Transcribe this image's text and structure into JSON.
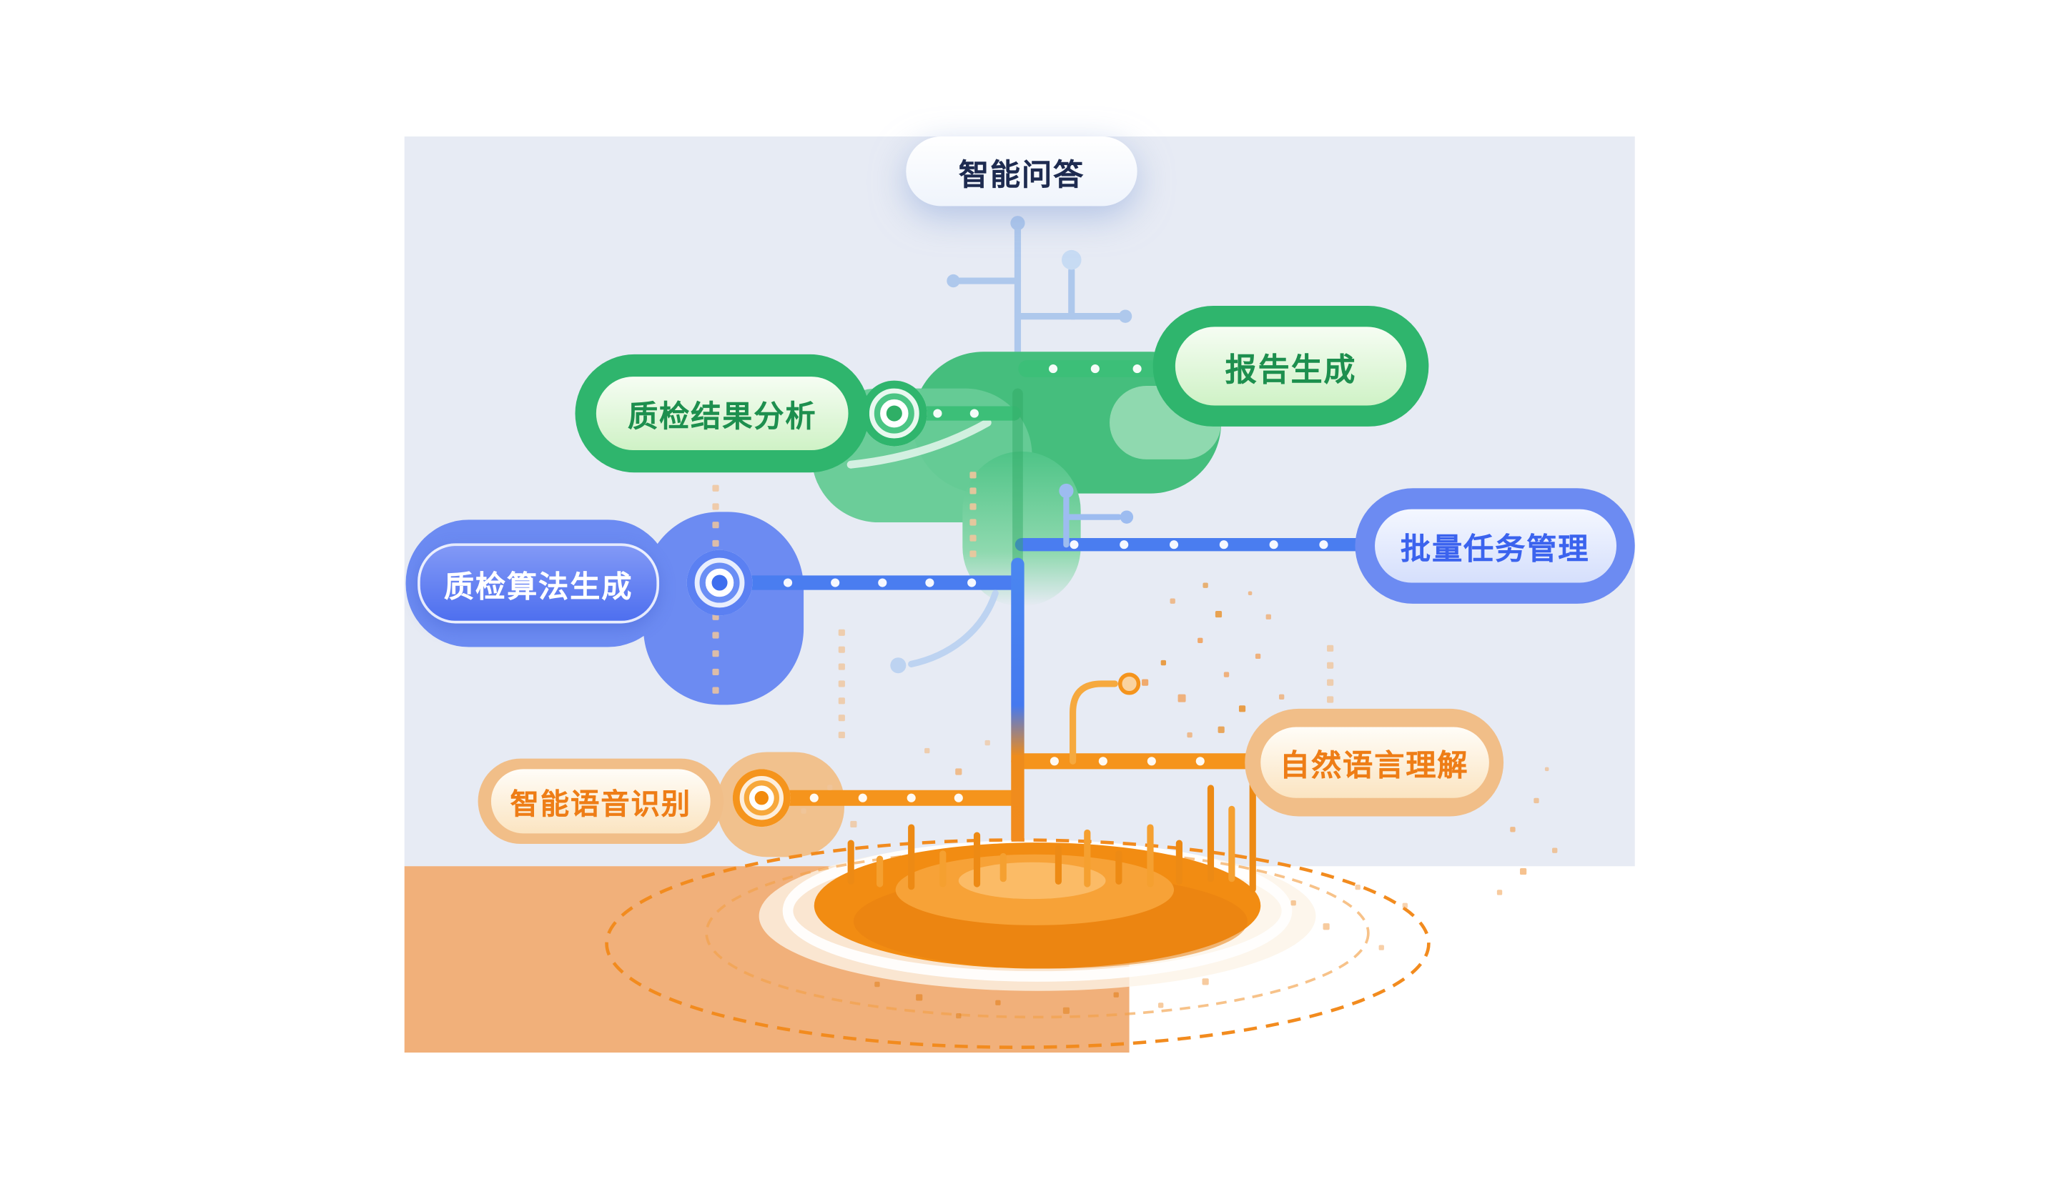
{
  "diagram": {
    "nodes": {
      "qa": {
        "label": "智能问答"
      },
      "report": {
        "label": "报告生成"
      },
      "analysis": {
        "label": "质检结果分析"
      },
      "batch": {
        "label": "批量任务管理"
      },
      "algo": {
        "label": "质检算法生成"
      },
      "nlu": {
        "label": "自然语言理解"
      },
      "asr": {
        "label": "智能语音识别"
      }
    }
  },
  "palette": {
    "panel_bg": "#E7EBF4",
    "ground_bg": "#F1B07A",
    "green": "#2FB56D",
    "green_branch": "#3CBF78",
    "foliage": "#45BE7D",
    "foliage_mid": "#66CB96",
    "foliage_light": "#8FD9AF",
    "green_text": "#1D8F4E",
    "blue": "#6C8BF2",
    "blue_branch": "#4A7DF0",
    "blue_light": "#AEC8EC",
    "blue_text": "#3B63EE",
    "orange": "#F5941C",
    "orange_deep": "#F28B1E",
    "tan": "#F1BE88",
    "tan_dot": "#F0C59C",
    "orange_text": "#EE7D16",
    "qa_text": "#1E2B50",
    "white": "#FFFFFF"
  }
}
